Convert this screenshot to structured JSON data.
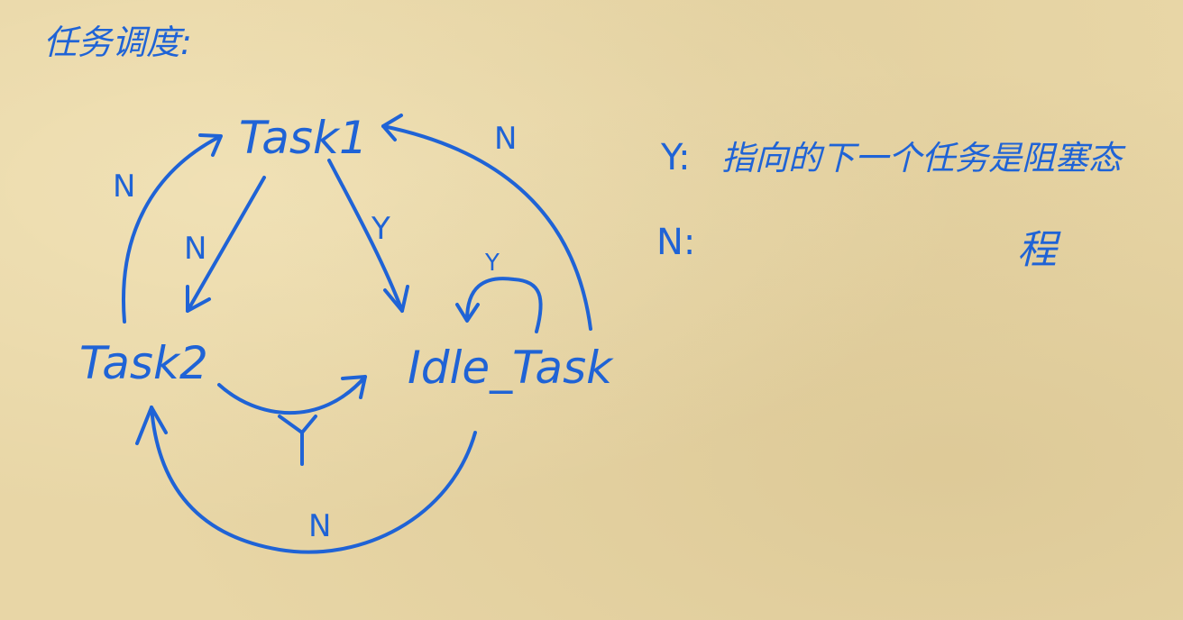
{
  "title": "任务调度:",
  "nodes": {
    "task1": "Task1",
    "task2": "Task2",
    "idle": "Idle_Task"
  },
  "edge_labels": {
    "task1_to_task2": "N",
    "task2_to_task1": "N",
    "task1_to_idle": "Y",
    "idle_self": "Y",
    "idle_to_task1": "N",
    "task2_to_idle": "Y",
    "idle_to_task2": "N"
  },
  "legend": {
    "y_label": "Y:",
    "y_text": "指向的下一个任务是阻塞态",
    "n_label": "N:",
    "n_text": "程"
  },
  "ink_color": "#1f63d6"
}
